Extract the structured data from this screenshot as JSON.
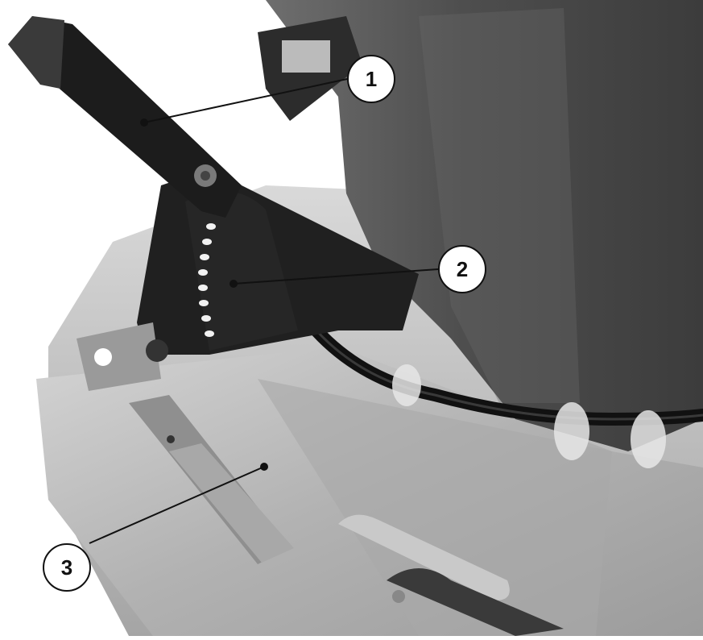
{
  "photo": {
    "subject": "spreader-hopper-lever-mechanism",
    "tones": {
      "background": "#ffffff",
      "hopper": "#5a5a5a",
      "lever": "#1e1e1e",
      "plate": "#b8b8b8",
      "hose": "#111111"
    }
  },
  "callouts": [
    {
      "label": "1"
    },
    {
      "label": "2"
    },
    {
      "label": "3"
    }
  ]
}
